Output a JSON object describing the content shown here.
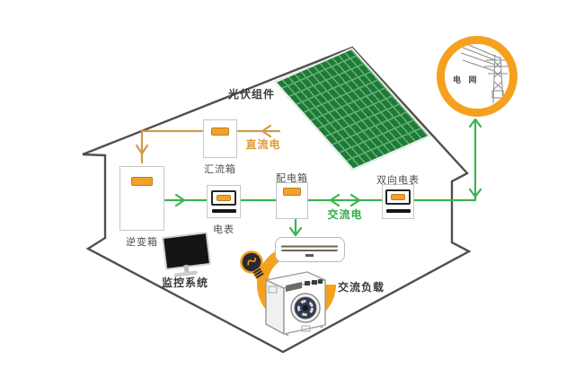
{
  "diagram": {
    "title_context": "residential solar photovoltaic system diagram",
    "labels": {
      "pv_modules": "光伏组件",
      "combiner_box": "汇流箱",
      "dc_power": "直流电",
      "inverter": "逆变箱",
      "meter": "电表",
      "distribution_box": "配电箱",
      "ac_power": "交流电",
      "bidirectional_meter": "双向电表",
      "grid": "电 网",
      "monitoring_system": "监控系统",
      "ac_load": "交流负载"
    },
    "colors": {
      "dc_line_orange": "#D49A4A",
      "accent_orange": "#F5A11F",
      "ac_line_green": "#3BB34F",
      "panel_green_dark": "#1F7A38",
      "panel_green_light": "#63B276",
      "house_outline_gray": "#4F4F4F",
      "label_dark": "#3A3A3A"
    },
    "flows": [
      {
        "name": "dc",
        "label": "直流电",
        "from": "pv_modules",
        "to": "combiner_box/inverter"
      },
      {
        "name": "ac",
        "label": "交流电",
        "from": "inverter",
        "to": "meter/distribution_box/bidirectional_meter/grid/loads"
      }
    ]
  }
}
